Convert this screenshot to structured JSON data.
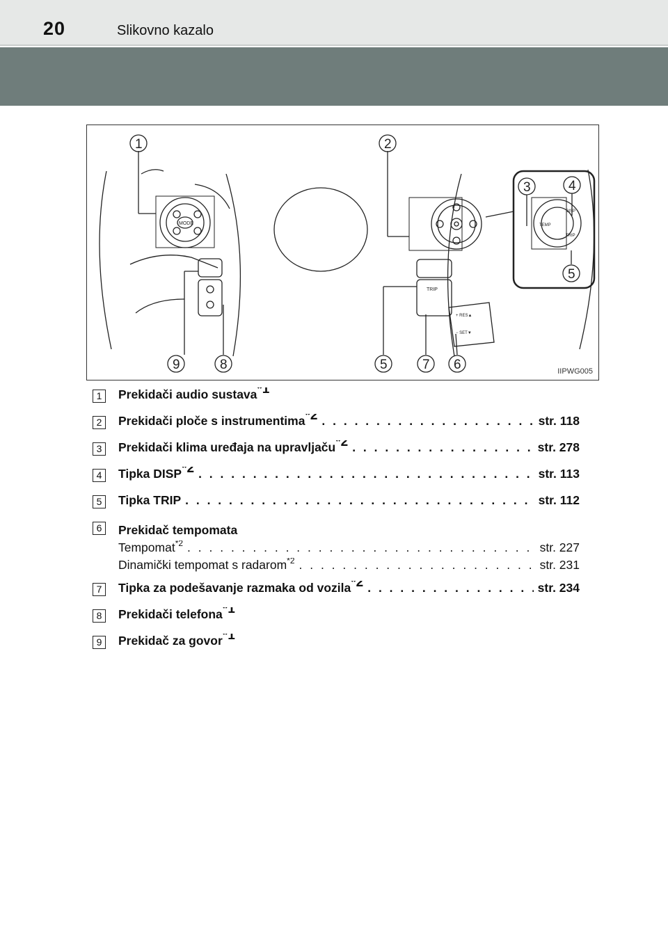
{
  "header": {
    "page_number": "20",
    "section_title": "Slikovno kazalo"
  },
  "figure": {
    "code": "IIPWG005",
    "callouts": [
      "1",
      "2",
      "3",
      "4",
      "5",
      "9",
      "8",
      "5",
      "7",
      "6"
    ],
    "button_labels": {
      "mode": "MODE",
      "trip": "TRIP",
      "temp": "TEMP",
      "disp": "DISP",
      "trip_small": "TRIP",
      "res": "+ RES▲",
      "set": "− SET▼"
    }
  },
  "items": [
    {
      "num": "1",
      "label": "Prekidači audio sustava",
      "mark": "*1",
      "ref": ""
    },
    {
      "num": "2",
      "label": "Prekidači ploče s instrumentima",
      "mark": "*2",
      "ref": "str. 118"
    },
    {
      "num": "3",
      "label": "Prekidači klima uređaja na upravljaču",
      "mark": "*2",
      "ref": "str. 278"
    },
    {
      "num": "4",
      "label": "Tipka DISP",
      "mark": "*2",
      "ref": "str. 113"
    },
    {
      "num": "5",
      "label": "Tipka TRIP",
      "mark": "",
      "ref": "str. 112"
    },
    {
      "num": "6",
      "label": "Prekidač tempomata",
      "mark": "",
      "ref": "",
      "subs": [
        {
          "label": "Tempomat",
          "mark": "*2",
          "ref": "str. 227"
        },
        {
          "label": "Dinamički tempomat s radarom",
          "mark": "*2",
          "ref": "str. 231"
        }
      ]
    },
    {
      "num": "7",
      "label": "Tipka za podešavanje razmaka od vozila",
      "mark": "*2",
      "ref": "str. 234"
    },
    {
      "num": "8",
      "label": "Prekidači telefona",
      "mark": "*1",
      "ref": ""
    },
    {
      "num": "9",
      "label": "Prekidač za govor",
      "mark": "*1",
      "ref": ""
    }
  ]
}
